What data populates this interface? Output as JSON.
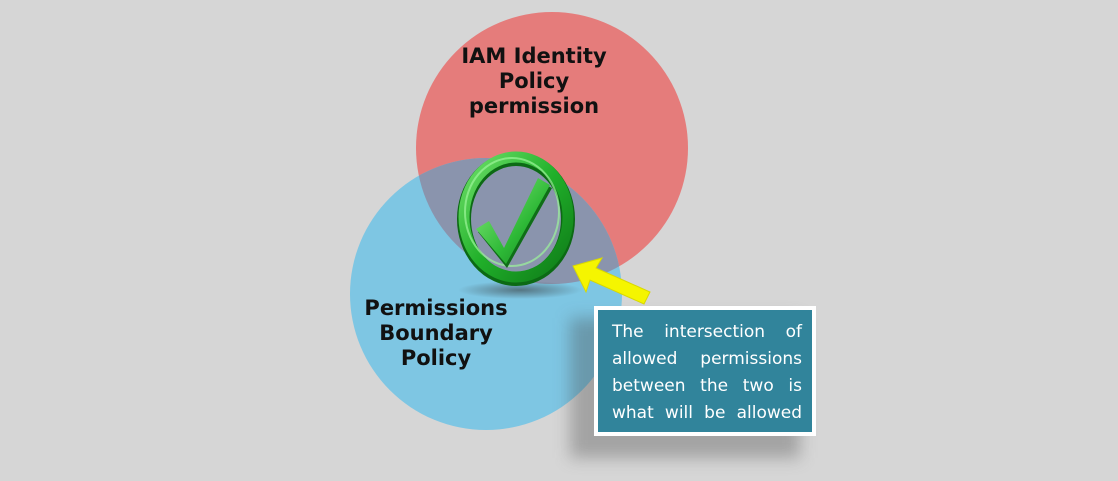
{
  "circles": {
    "iam_identity_policy": {
      "label_lines": [
        "IAM Identity",
        "Policy",
        "permission"
      ],
      "color": "#e57c7b"
    },
    "permissions_boundary_policy": {
      "label_lines": [
        "Permissions",
        "Boundary",
        "Policy"
      ],
      "color": "#7ec6e3"
    },
    "intersection_color": "#8a94ad"
  },
  "check_icon": {
    "name": "check-circle-icon",
    "color": "#25b62e"
  },
  "arrow": {
    "name": "arrow-icon",
    "color": "#f5f500"
  },
  "callout": {
    "lines": [
      "The intersection of",
      "allowed permissions",
      "between the two is",
      "what will be allowed"
    ],
    "background": "#31849b",
    "text_color": "#ffffff"
  }
}
